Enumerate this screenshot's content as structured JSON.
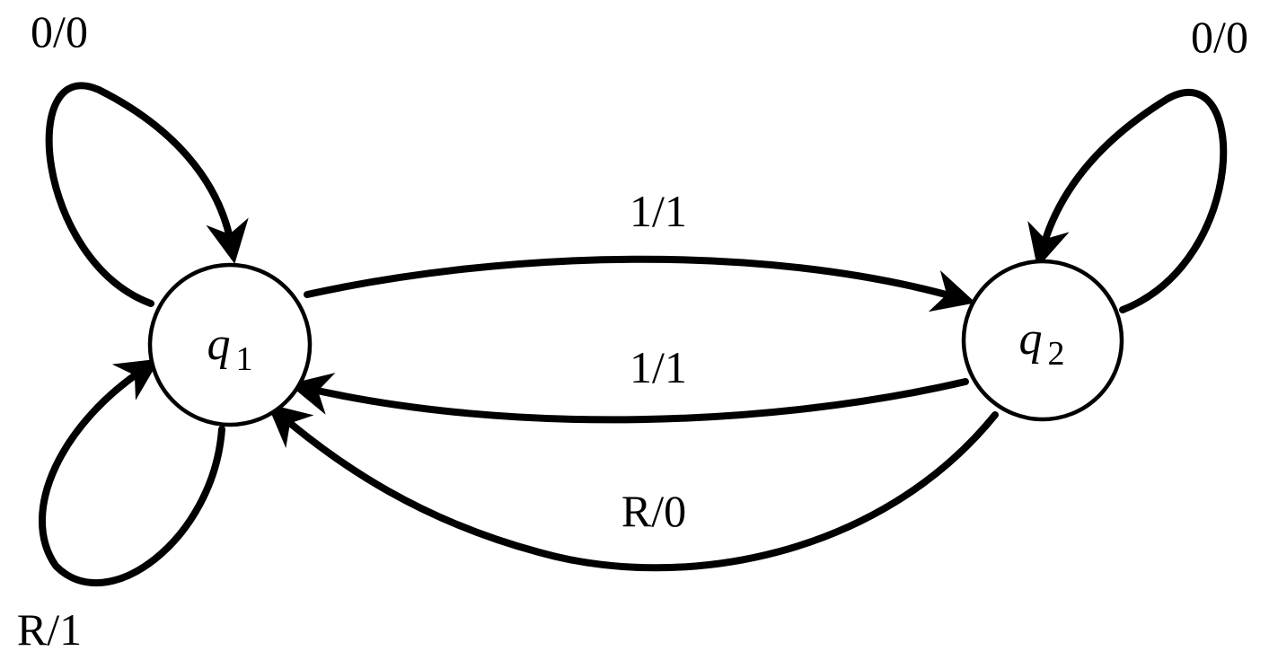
{
  "diagram": {
    "type": "state-transition",
    "states": {
      "q1": {
        "letter": "q",
        "subscript": "1"
      },
      "q2": {
        "letter": "q",
        "subscript": "2"
      }
    },
    "transitions": {
      "q1_self_top": {
        "from": "q1",
        "to": "q1",
        "label": "0/0"
      },
      "q1_self_bottom": {
        "from": "q1",
        "to": "q1",
        "label": "R/1"
      },
      "q2_self": {
        "from": "q2",
        "to": "q2",
        "label": "0/0"
      },
      "q1_to_q2": {
        "from": "q1",
        "to": "q2",
        "label": "1/1"
      },
      "q2_to_q1": {
        "from": "q2",
        "to": "q1",
        "label": "1/1"
      },
      "q2_to_q1_reset": {
        "from": "q2",
        "to": "q1",
        "label": "R/0"
      }
    }
  },
  "colors": {
    "ink": "#000000",
    "background": "#ffffff"
  }
}
